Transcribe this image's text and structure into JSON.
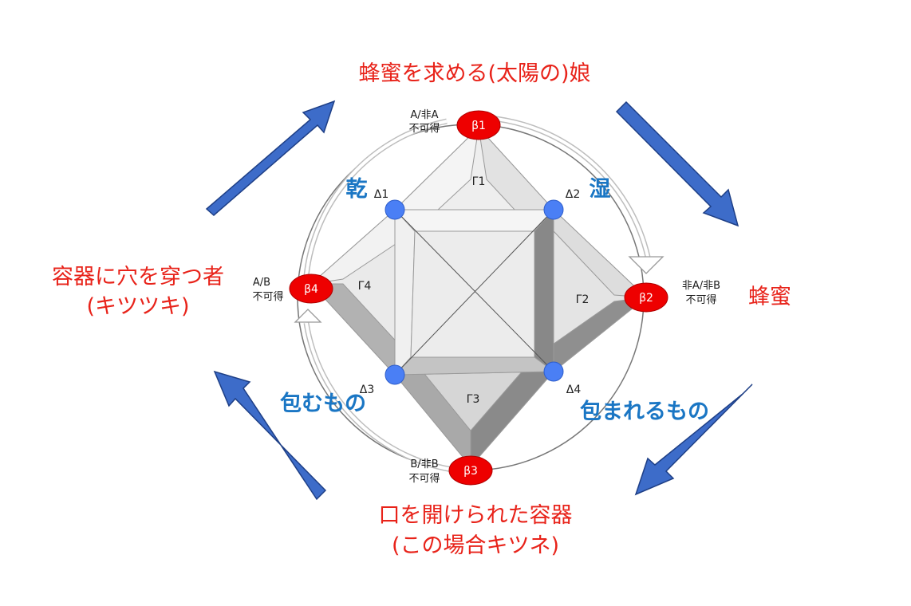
{
  "labels": {
    "top": "蜂蜜を求める(太陽の)娘",
    "right": "蜂蜜",
    "left_line1": "容器に穴を穿つ者",
    "left_line2": "(キツツキ)",
    "bottom_line1": "口を開けられた容器",
    "bottom_line2": "(この場合キツネ)"
  },
  "qualities": {
    "dry": "乾",
    "wet": "湿",
    "containing": "包むもの",
    "contained": "包まれるもの"
  },
  "beta_nodes": {
    "b1": "β1",
    "b2": "β2",
    "b3": "β3",
    "b4": "β4"
  },
  "beta_annotations": {
    "b1_line1": "A/非A",
    "b1_line2": "不可得",
    "b2_line1": "非A/非B",
    "b2_line2": "不可得",
    "b3_line1": "B/非B",
    "b3_line2": "不可得",
    "b4_line1": "A/B",
    "b4_line2": "不可得"
  },
  "delta_labels": {
    "d1": "Δ1",
    "d2": "Δ2",
    "d3": "Δ3",
    "d4": "Δ4"
  },
  "gamma_labels": {
    "g1": "Γ1",
    "g2": "Γ2",
    "g3": "Γ3",
    "g4": "Γ4"
  },
  "colors": {
    "red_text": "#e8231a",
    "blue_text": "#1a76c4",
    "beta_node": "#ee0000",
    "delta_node": "#4a7ff5",
    "arrow": "#3d6cc9"
  }
}
